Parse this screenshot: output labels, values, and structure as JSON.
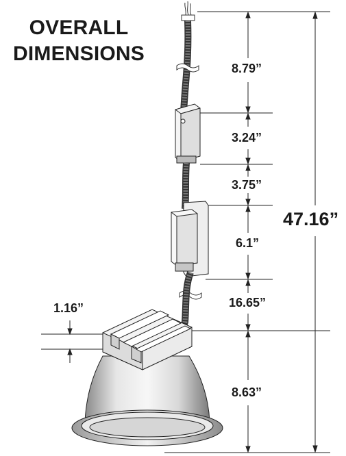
{
  "title": {
    "line1": "OVERALL",
    "line2": "DIMENSIONS"
  },
  "dimensions": {
    "top_cable": "8.79”",
    "junction_box": "3.24”",
    "mid_cable": "3.75”",
    "driver": "6.1”",
    "lower_cable": "16.65”",
    "bracket": "1.16”",
    "reflector": "8.63”",
    "overall": "47.16”"
  }
}
